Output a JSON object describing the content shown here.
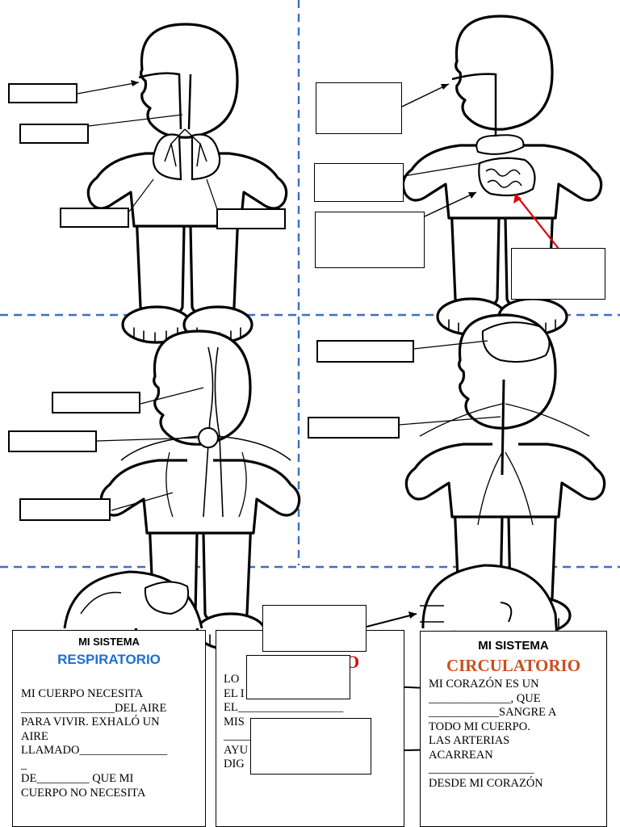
{
  "cards": {
    "respiratory": {
      "title": "MI SISTEMA",
      "subtitle": "RESPIRATORIO",
      "subtitle_color": "#1f6fd0",
      "text": "MI CUERPO NECESITA\n________________DEL AIRE\nPARA VIVIR. EXHALÓ UN\nAIRE\nLLAMADO_______________\n_\nDE_________ QUE MI\nCUERPO NO NECESITA"
    },
    "digestive": {
      "title_fragment": "O",
      "title_fragment_color": "#e00000",
      "text": "LO          POR\nEL I\nEL__________________\nMIS\n_________________\nAYU                    A\nDIG"
    },
    "circulatory": {
      "title": "MI SISTEMA",
      "subtitle": "CIRCULATORIO",
      "subtitle_color": "#c8501e",
      "text": "MI CORAZÓN ES UN\n______________, QUE\n____________SANGRE A\nTODO MI CUERPO.\nLAS ARTERIAS\nACARREAN\n__________________\nDESDE MI CORAZÓN"
    }
  },
  "colors": {
    "divider": "#3b6fc7",
    "accent_arrow": "#e00000",
    "ink": "#000000"
  }
}
